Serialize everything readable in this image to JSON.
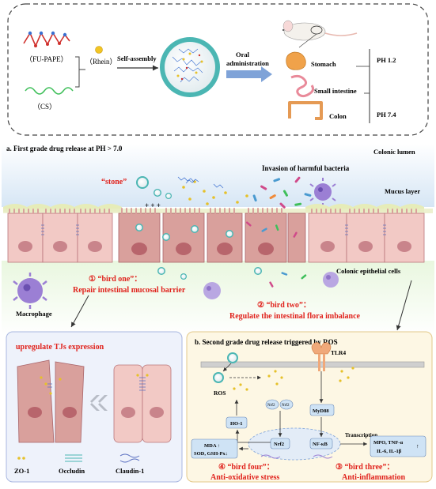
{
  "top_panel": {
    "fu_pape_label": "（FU-PAPE）",
    "cs_label": "（CS）",
    "rhein_label": "（Rhein）",
    "self_assembly_label": "Self-assembly",
    "oral_label_1": "Oral",
    "oral_label_2": "administration",
    "stomach_label": "Stomach",
    "small_intestine_label": "Small intestine",
    "colon_label": "Colon",
    "ph_low": "PH  1.2",
    "ph_high": "PH  7.4"
  },
  "section_a": {
    "title": "a. First grade drug release at PH > 7.0",
    "colonic_lumen": "Colonic lumen",
    "stone_label": "“stone”",
    "bacteria_label": "Invasion of harmful bacteria",
    "mucus_label": "Mucus layer",
    "epithelial_label": "Colonic epithelial cells",
    "plus_signs": "+ + +",
    "bird_one_title": "① “bird one”：",
    "bird_one_desc": "Repair intestinal mucosal barrier",
    "bird_two_title": "② “bird two”：",
    "bird_two_desc": "Regulate the intestinal flora imbalance",
    "macrophage_label": "Macrophage"
  },
  "left_box": {
    "title": "upregulate TJs expression",
    "legend_zo1": "ZO-1",
    "legend_occludin": "Occludin",
    "legend_claudin": "Claudin-1"
  },
  "section_b": {
    "title": "b. Second grade drug release triggered by ROS",
    "tlr4": "TLR4",
    "ros": "ROS",
    "nrf2_a": "Nrf2",
    "nrf2_b": "Nrf2",
    "nrf2_center": "Nrf2",
    "ho1": "HO-1",
    "myd88": "MyD88",
    "nfkb": "NF-κB",
    "transcription": "Transcription",
    "mda_line1": "MDA ↑",
    "mda_line2": "SOD, GSH-Px↓",
    "mpo_line1": "MPO, TNF-α",
    "mpo_line2": "IL-6, IL-1β",
    "mpo_arrow": "↑",
    "bird_four_title": "④ “bird four”：",
    "bird_four_desc": "Anti-oxidative stress",
    "bird_three_title": "③ “bird three”：",
    "bird_three_desc": "Anti-inflammation"
  },
  "colors": {
    "accent_red": "#e0221c",
    "cell_pink": "#f2c9c5",
    "nucleus": "#c9848b",
    "mucus": "#e6ecb8",
    "lumen_blue": "#dde9f5",
    "submucosa_green": "#dff3d0",
    "box_b_fill": "#fdf7e4",
    "box_left_fill": "#eef2fb"
  }
}
